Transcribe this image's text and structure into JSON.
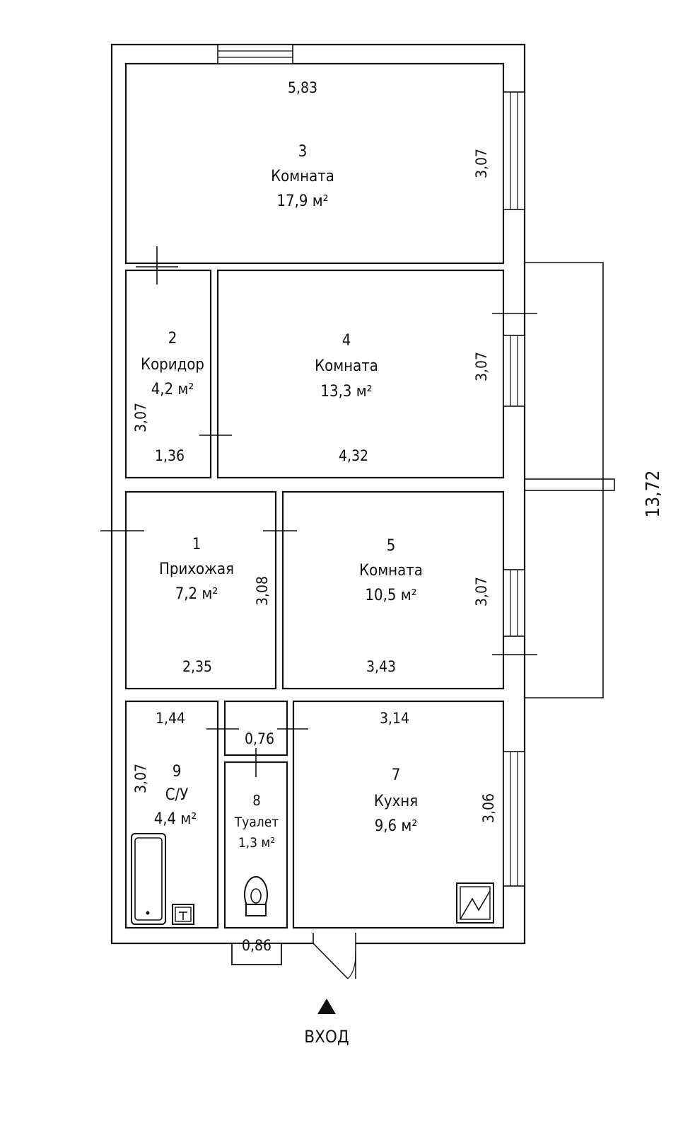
{
  "overall_dimension": "13,72",
  "entrance_label": "ВХОД",
  "rooms": [
    {
      "id": "room-3",
      "number": "3",
      "name": "Комната",
      "area": "17,9 м²",
      "width": "5,83",
      "height": "3,07"
    },
    {
      "id": "room-2",
      "number": "2",
      "name": "Коридор",
      "area": "4,2 м²",
      "width": "1,36",
      "height": "3,07"
    },
    {
      "id": "room-4",
      "number": "4",
      "name": "Комната",
      "area": "13,3 м²",
      "width": "4,32",
      "height": "3,07"
    },
    {
      "id": "room-1",
      "number": "1",
      "name": "Прихожая",
      "area": "7,2 м²",
      "width": "2,35",
      "height": "3,08"
    },
    {
      "id": "room-5",
      "number": "5",
      "name": "Комната",
      "area": "10,5 м²",
      "width": "3,43",
      "height": "3,07"
    },
    {
      "id": "room-9",
      "number": "9",
      "name": "С/У",
      "area": "4,4 м²",
      "width": "1,44",
      "height": "3,07"
    },
    {
      "id": "room-8",
      "number": "8",
      "name": "Туалет",
      "area": "1,3 м²",
      "width": "0,76",
      "height": ""
    },
    {
      "id": "room-7",
      "number": "7",
      "name": "Кухня",
      "area": "9,6 м²",
      "width": "3,14",
      "height": "3,06"
    }
  ],
  "door_width": "0,86"
}
